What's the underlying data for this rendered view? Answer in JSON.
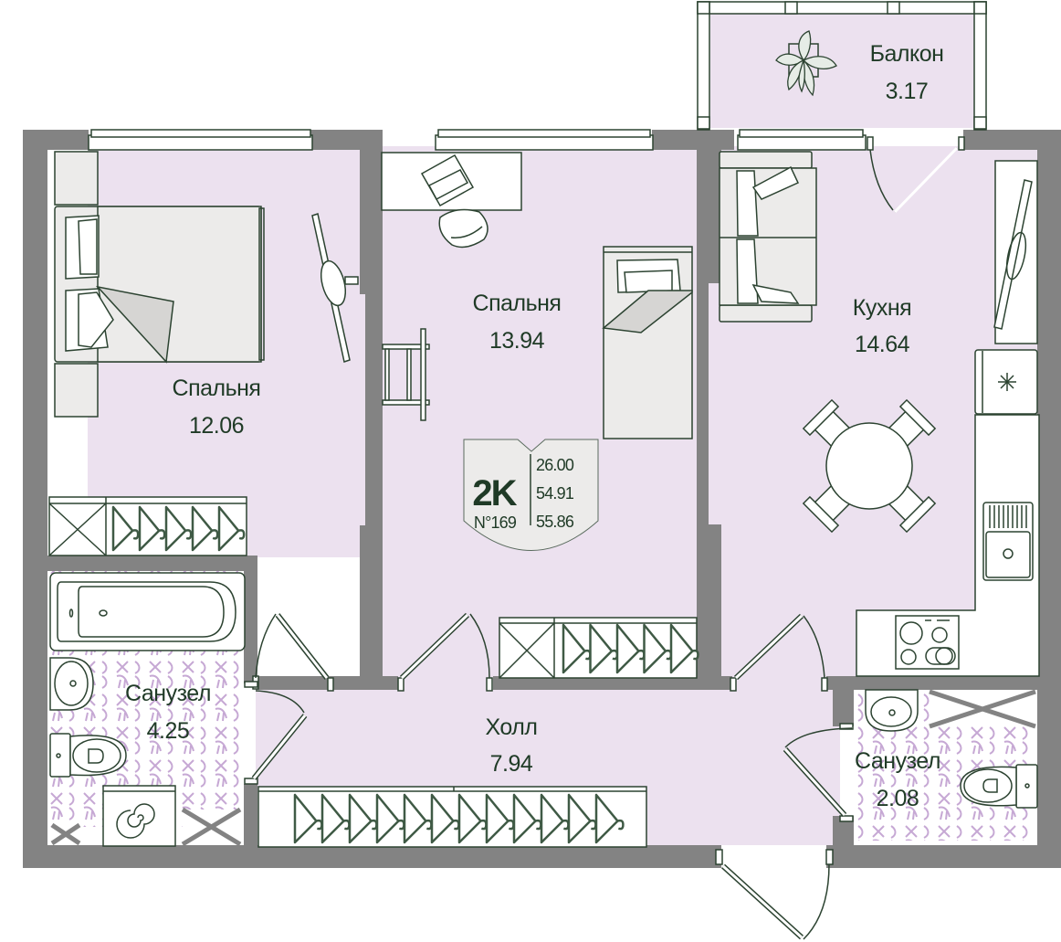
{
  "plan": {
    "type": "2K",
    "number": "N°169",
    "areas": {
      "living": "26.00",
      "total": "54.91",
      "total_with_balcony": "55.86"
    }
  },
  "rooms": [
    {
      "id": "bedroom-1",
      "name": "Спальня",
      "area": "12.06"
    },
    {
      "id": "bedroom-2",
      "name": "Спальня",
      "area": "13.94"
    },
    {
      "id": "kitchen",
      "name": "Кухня",
      "area": "14.64"
    },
    {
      "id": "balcony",
      "name": "Балкон",
      "area": "3.17"
    },
    {
      "id": "bathroom-1",
      "name": "Санузел",
      "area": "4.25"
    },
    {
      "id": "hall",
      "name": "Холл",
      "area": "7.94"
    },
    {
      "id": "bathroom-2",
      "name": "Санузел",
      "area": "2.08"
    }
  ],
  "colors": {
    "floor": "#ece1ef",
    "wall": "#838383",
    "line": "#2c4331",
    "text": "#1f3a26",
    "tile_pattern": "#c6a8d4",
    "furniture": "#ecebea"
  }
}
